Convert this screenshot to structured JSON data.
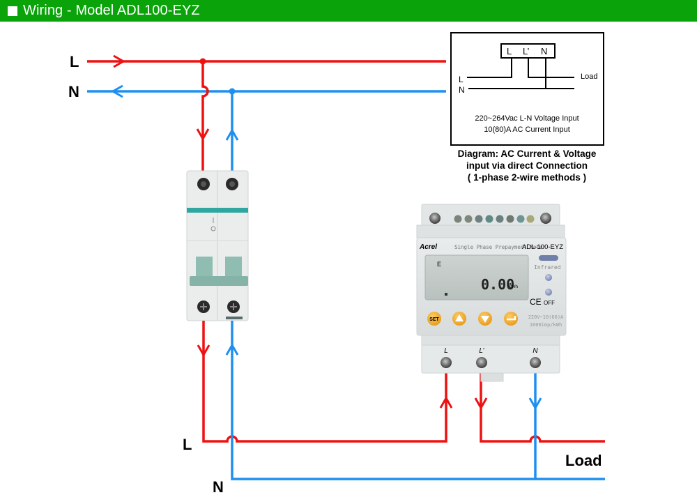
{
  "header": {
    "title": "Wiring - Model ADL100-EYZ",
    "background_color": "#0aa40a"
  },
  "colors": {
    "line_wire": "#ee1111",
    "neutral_wire": "#1e8ff0"
  },
  "supply_labels": {
    "line": "L",
    "neutral": "N"
  },
  "output_labels": {
    "line": "L",
    "neutral": "N",
    "load": "Load"
  },
  "inset_diagram": {
    "terminal_labels": [
      "L",
      "L’",
      "N"
    ],
    "left_labels": [
      "L",
      "N"
    ],
    "load_label": "Load",
    "spec_lines": [
      "220~264Vac L-N Voltage Input",
      "10(80)A AC Current Input"
    ],
    "caption_lines": [
      "Diagram: AC Current & Voltage",
      "input via direct Connection",
      "( 1-phase 2-wire methods )"
    ]
  },
  "breaker": {
    "type": "2-pole circuit breaker",
    "handle_marks": "I\nO"
  },
  "meter": {
    "brand": "Acrel",
    "description": "Single Phase Prepayment Meter",
    "model": "ADL-100-EYZ",
    "display_value": "0.00",
    "display_unit": "kWh",
    "display_indicator": "E",
    "infrared_label": "Infrared",
    "off_label": "OFF",
    "ce_mark": "CE",
    "rating_lines": [
      "220V~10(60)A",
      "1600imp/kWh"
    ],
    "buttons": [
      {
        "name": "set",
        "label": "SET"
      },
      {
        "name": "up",
        "label": "▲"
      },
      {
        "name": "down",
        "label": "▼"
      },
      {
        "name": "enter",
        "label": "↵"
      }
    ],
    "bottom_terminals": [
      "L",
      "L’",
      "N"
    ]
  }
}
